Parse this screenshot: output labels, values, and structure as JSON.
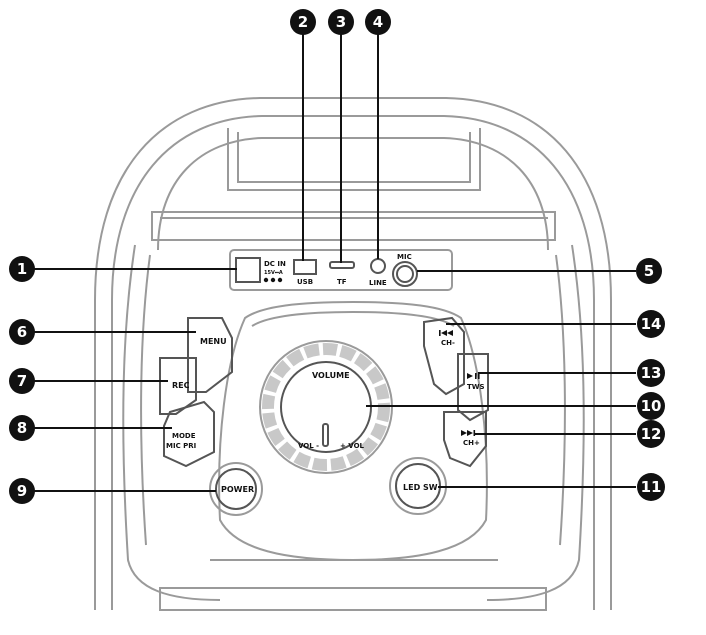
{
  "panel": {
    "dc_in_label": "DC IN",
    "dc_in_sub": "15V⎓A",
    "usb_label": "USB",
    "tf_label": "TF",
    "line_label": "LINE",
    "mic_label": "MIC",
    "menu_label": "MENU",
    "rec_label": "REC",
    "mode_label": "MODE",
    "mic_pri_label": "MIC PRI",
    "power_label": "POWER",
    "volume_label": "VOLUME",
    "vol_minus_label": "VOL -",
    "vol_plus_label": "+ VOL",
    "led_sw_label": "LED SW",
    "ch_minus_label": "CH-",
    "tws_label": "TWS",
    "ch_plus_label": "CH+"
  },
  "callouts": [
    "1",
    "2",
    "3",
    "4",
    "5",
    "6",
    "7",
    "8",
    "9",
    "10",
    "11",
    "12",
    "13",
    "14"
  ]
}
